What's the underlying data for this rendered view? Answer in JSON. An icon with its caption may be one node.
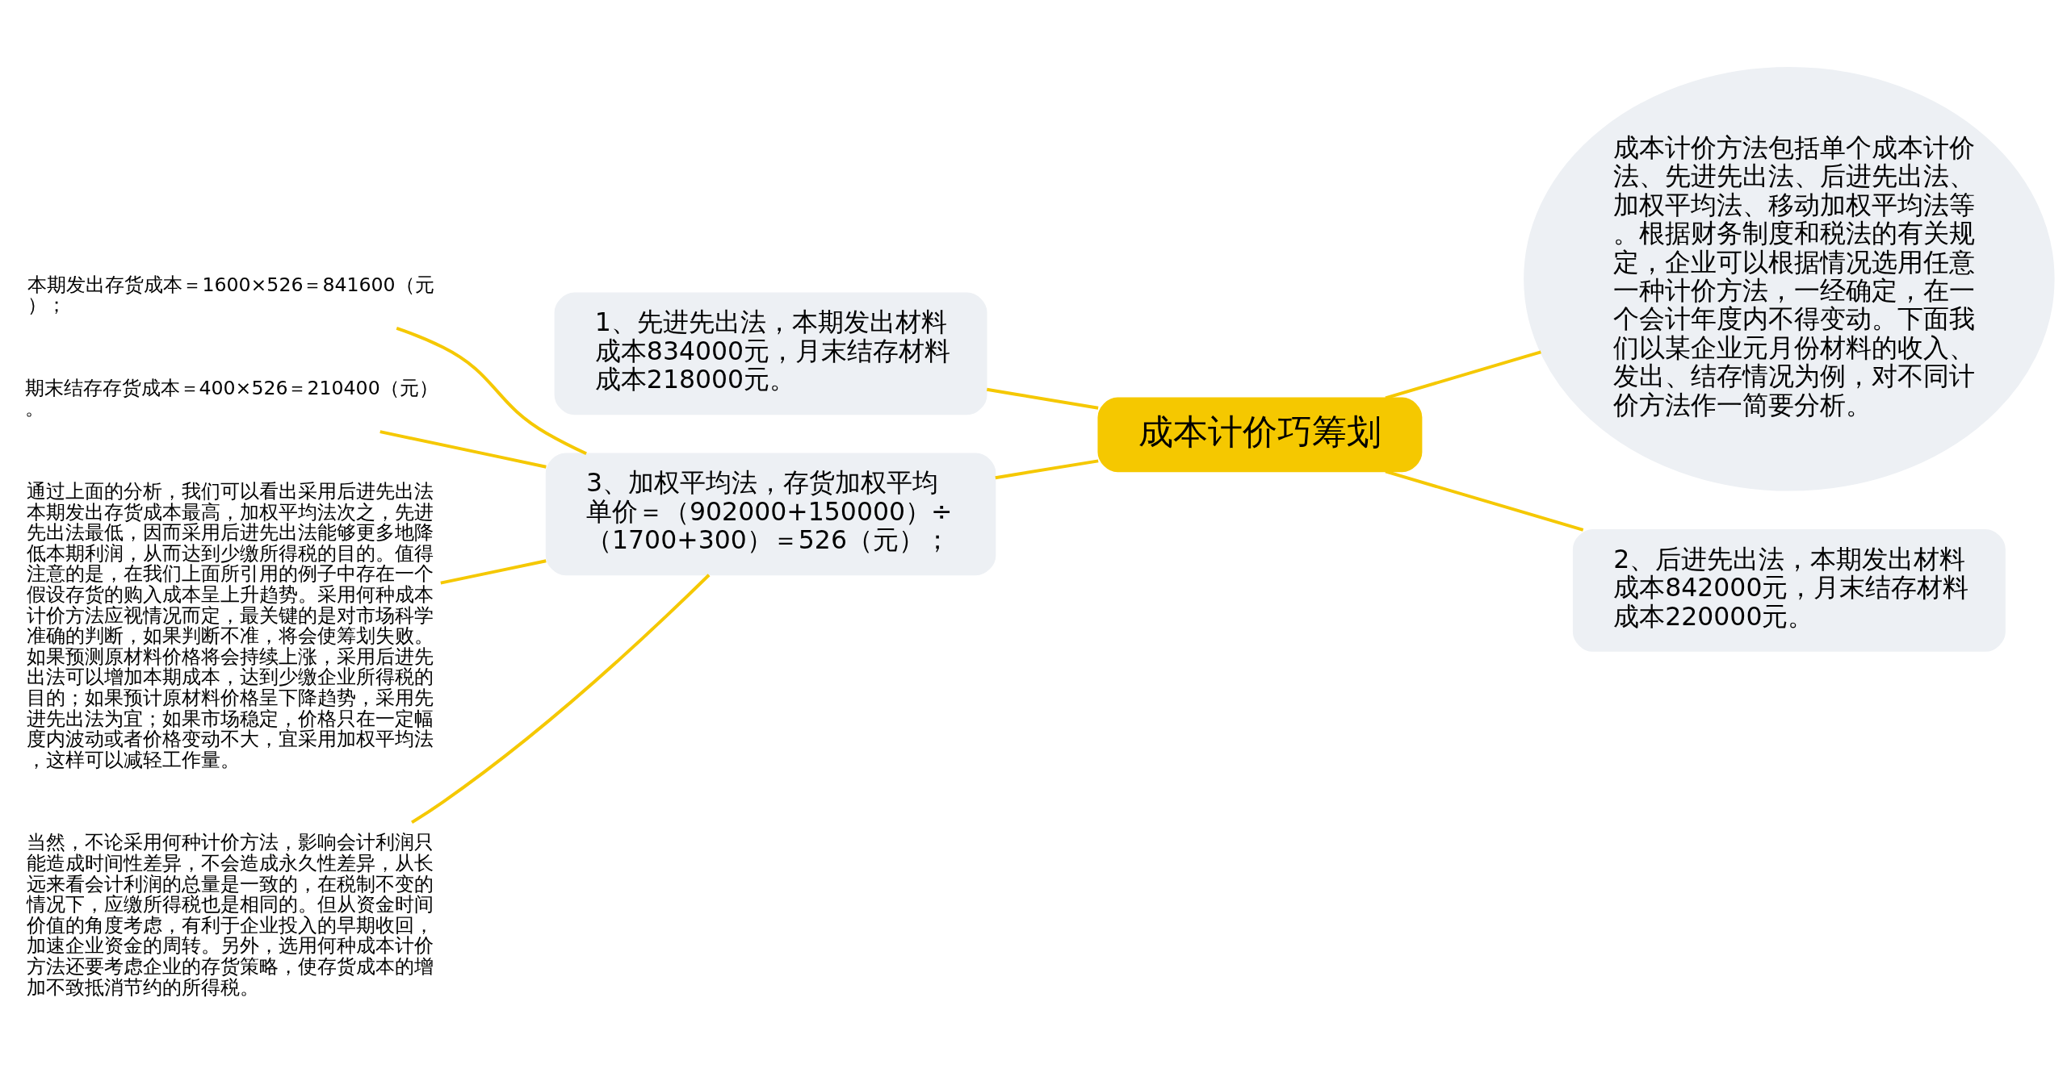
{
  "diagram": {
    "nodes": [
      {
        "text": [
          "成本计价巧筹划"
        ]
      },
      {
        "text": [
          "1、先进先出法，本期发出材料成本834000元，月末结存材料成本218000元。"
        ]
      },
      {
        "text": [
          "3、加权平均法，存货加权平均单价＝（902000+150000）÷（1700+300）＝526（元）；"
        ]
      },
      {
        "text": [
          "本期发出存货成本＝1600×526＝841600（元）；"
        ]
      },
      {
        "text": [
          "期末结存存货成本＝400×526＝210400（元）。"
        ]
      },
      {
        "text": [
          "通过上面的分析，我们可以看出采用后进先出法本期发出存货成本最高，加权平均法次之，先进先出法最低，因而采用后进先出法能够更多地降低本期利润，从而达到少缴所得税的目的。值得注意的是，在我们上面所引用的例子中存在一个假设存货的购入成本呈上升趋势。采用何种成本计价方法应视情况而定，最关键的是对市场科学准确的判断，如果判断不准，将会使筹划失败。如果预测原材料价格将会持续上涨，采用后进先出法可以增加本期成本，达到少缴企业所得税的目的；如果预计原材料价格呈下降趋势，采用先进先出法为宜；如果市场稳定，价格只在一定幅度内波动或者价格变动不大，宜采用加权平均法，这样可以减轻工作量。"
        ]
      },
      {
        "text": [
          "当然，不论采用何种计价方法，影响会计利润只能造成时间性差异，不会造成永久性差异，从长远来看会计利润的总量是一致的，在税制不变的情况下，应缴所得税也是相同的。但从资金时间价值的角度考虑，有利于企业投入的早期收回，加速企业资金的周转。另外，选用何种成本计价方法还要考虑企业的存货策略，使存货成本的增加不致抵消节约的所得税。"
        ]
      },
      {
        "text": [
          "成本计价方法包括单个成本计价法、先进先出法、后进先出法、加权平均法、移动加权平均法等。根据财务制度和税法的有关规定，企业可以根据情况选用任意一种计价方法，一经确定，在一个会计年度内不得变动。下面我们以某企业元月份材料的收入、发出、结存情况为例，对不同计价方法作一简要分析。"
        ]
      },
      {
        "text": [
          "2、后进先出法，本期发出材料成本842000元，月末结存材料成本220000元。"
        ]
      }
    ],
    "edges": [
      {
        "from": 0,
        "to": 1,
        "arrow": "none"
      },
      {
        "from": 0,
        "to": 2,
        "arrow": "none"
      },
      {
        "from": 2,
        "to": 3,
        "arrow": "none"
      },
      {
        "from": 2,
        "to": 4,
        "arrow": "none"
      },
      {
        "from": 2,
        "to": 5,
        "arrow": "none"
      },
      {
        "from": 2,
        "to": 6,
        "arrow": "none"
      },
      {
        "from": 0,
        "to": 7,
        "arrow": "none"
      },
      {
        "from": 0,
        "to": 8,
        "arrow": "none"
      }
    ]
  }
}
